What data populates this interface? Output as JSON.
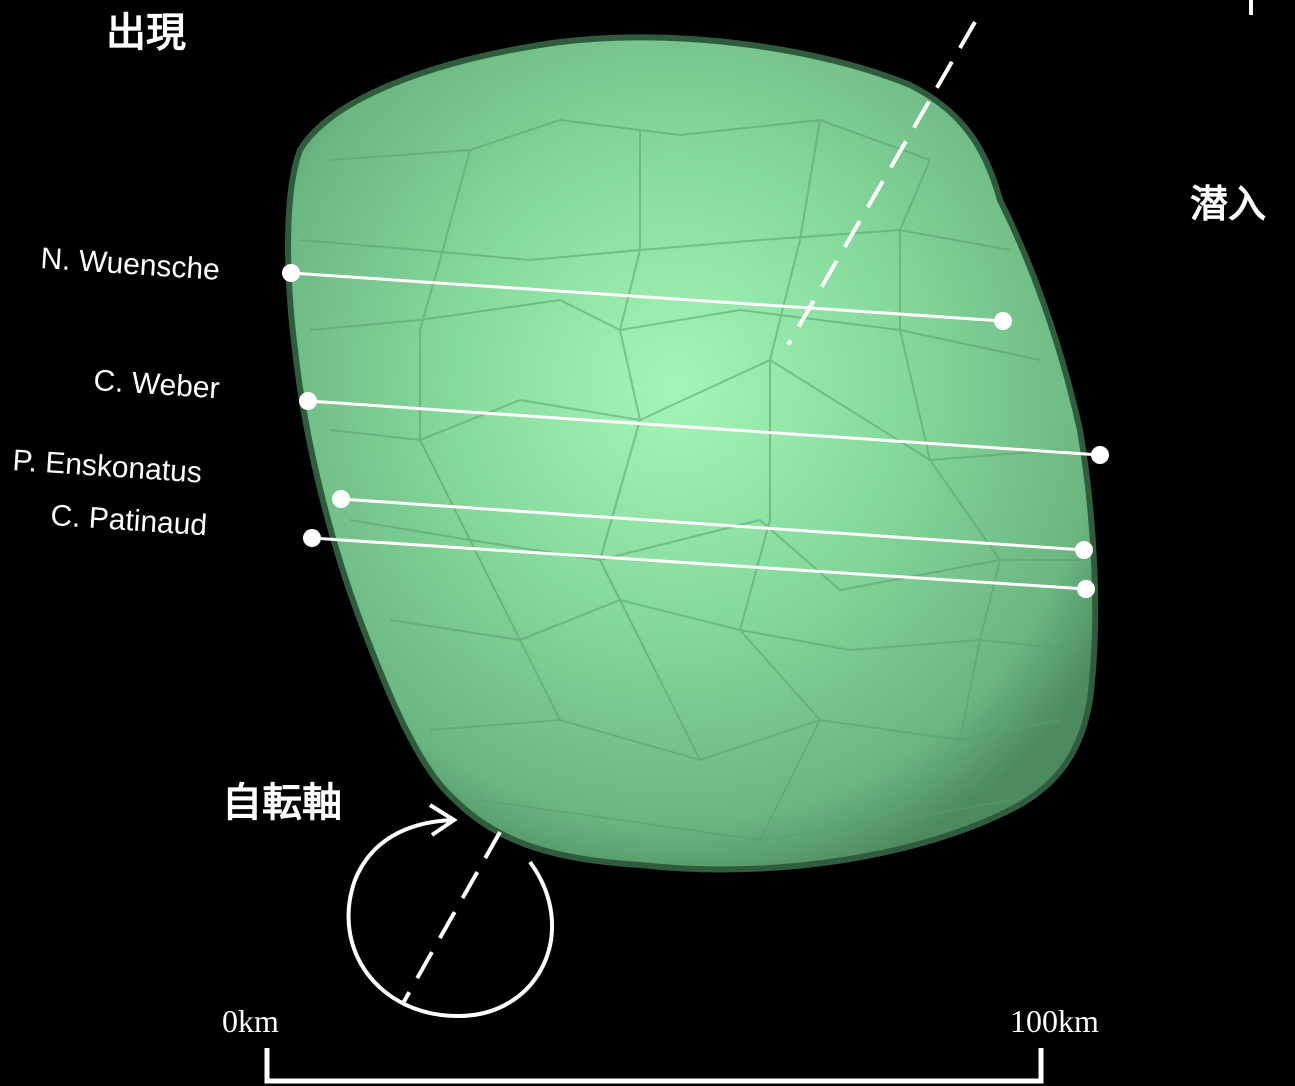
{
  "labels": {
    "appear": "出現",
    "disappear": "潜入",
    "rotation_axis": "自転軸"
  },
  "chords": [
    {
      "observer": "N. Wuensche"
    },
    {
      "observer": "C. Weber"
    },
    {
      "observer": "P. Enskonatus"
    },
    {
      "observer": "C. Patinaud"
    }
  ],
  "scale_bar": {
    "start_label": "0km",
    "end_label": "100km"
  },
  "colors": {
    "background": "#000000",
    "body_fill": "#7fcf92",
    "body_highlight": "#a4f5b8",
    "body_edge": "#3f7a52",
    "lines": "#ffffff"
  }
}
